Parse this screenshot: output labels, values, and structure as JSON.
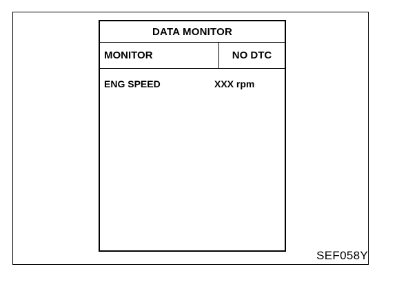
{
  "screen": {
    "title": "DATA MONITOR",
    "header": {
      "monitor_label": "MONITOR",
      "status_label": "NO DTC"
    },
    "items": [
      {
        "name": "ENG SPEED",
        "value": "XXX rpm"
      }
    ]
  },
  "figure_code": "SEF058Y"
}
